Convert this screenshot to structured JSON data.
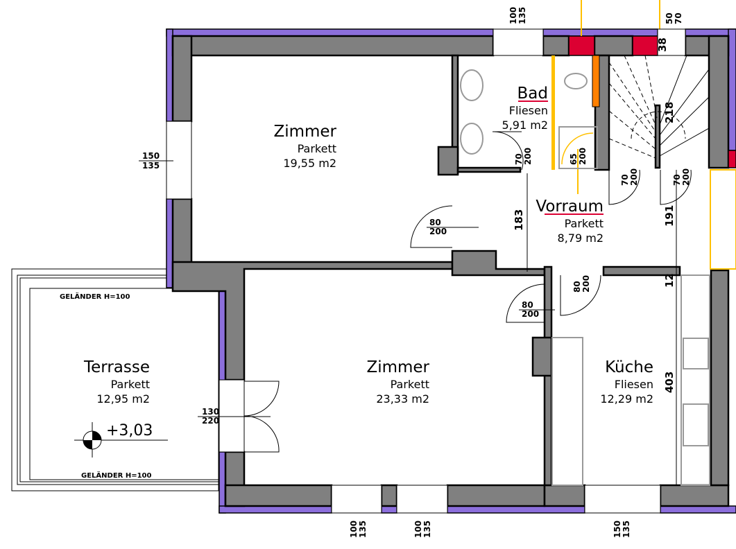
{
  "rooms": {
    "zimmer1": {
      "name": "Zimmer",
      "floor": "Parkett",
      "area": "19,55 m2"
    },
    "bad": {
      "name": "Bad",
      "floor": "Fliesen",
      "area": "5,91 m2"
    },
    "vorraum": {
      "name": "Vorraum",
      "floor": "Parkett",
      "area": "8,79 m2"
    },
    "terrasse": {
      "name": "Terrasse",
      "floor": "Parkett",
      "area": "12,95 m2"
    },
    "zimmer2": {
      "name": "Zimmer",
      "floor": "Parkett",
      "area": "23,33 m2"
    },
    "kueche": {
      "name": "Küche",
      "floor": "Fliesen",
      "area": "12,29 m2"
    }
  },
  "terrace": {
    "railing_top": "GELÄNDER  H=100",
    "railing_bottom": "GELÄNDER  H=100",
    "level": "+3,03"
  },
  "openings": {
    "top_window_1": [
      "100",
      "135"
    ],
    "top_window_2": [
      "50",
      "70"
    ],
    "left_window": [
      "150",
      "135"
    ],
    "zimmer1_door": [
      "80",
      "200"
    ],
    "bad_door": [
      "70",
      "200"
    ],
    "shower": [
      "65",
      "200"
    ],
    "stair_door_1": [
      "70",
      "200"
    ],
    "stair_door_2": [
      "70",
      "200"
    ],
    "kueche_door": [
      "80",
      "200"
    ],
    "zimmer2_door": [
      "80",
      "200"
    ],
    "terrace_door": [
      "130",
      "220"
    ],
    "bottom_window_1": [
      "100",
      "135"
    ],
    "bottom_window_2": [
      "100",
      "135"
    ],
    "bottom_window_3": [
      "150",
      "135"
    ]
  },
  "dimensions": {
    "d38": "38",
    "d218": "218",
    "d183": "183",
    "d191": "191",
    "d12": "12",
    "d403": "403"
  },
  "colors": {
    "wall": "#808080",
    "insulation": "#8c6fdc",
    "chimney": "#dc0032",
    "accent": "#ffc000",
    "orange": "#ff8000",
    "underline": "#dc0032"
  }
}
